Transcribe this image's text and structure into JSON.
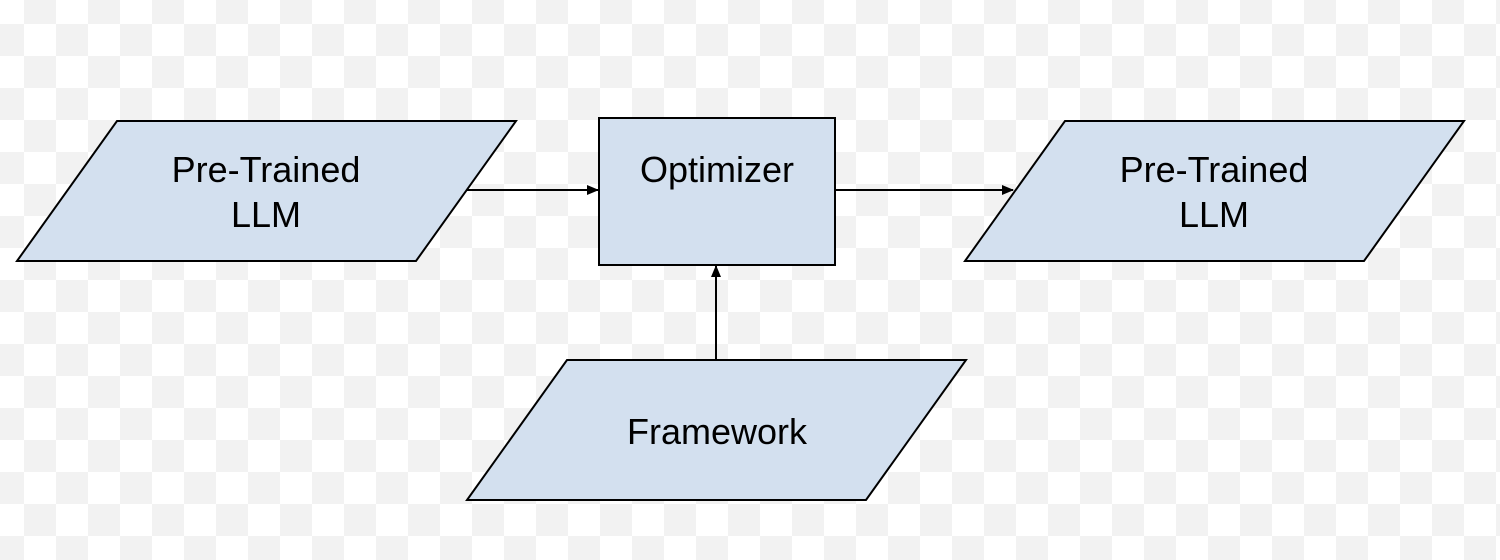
{
  "colors": {
    "node_fill": "#d3e0ef",
    "stroke": "#000000",
    "text": "#000000"
  },
  "nodes": {
    "input_llm": {
      "shape": "parallelogram",
      "line1": "Pre-Trained",
      "line2": "LLM"
    },
    "optimizer": {
      "shape": "rectangle",
      "label": "Optimizer"
    },
    "output_llm": {
      "shape": "parallelogram",
      "line1": "Pre-Trained",
      "line2": "LLM"
    },
    "framework": {
      "shape": "parallelogram",
      "label": "Framework"
    }
  },
  "edges": [
    {
      "from": "input_llm",
      "to": "optimizer"
    },
    {
      "from": "optimizer",
      "to": "output_llm"
    },
    {
      "from": "framework",
      "to": "optimizer"
    }
  ]
}
